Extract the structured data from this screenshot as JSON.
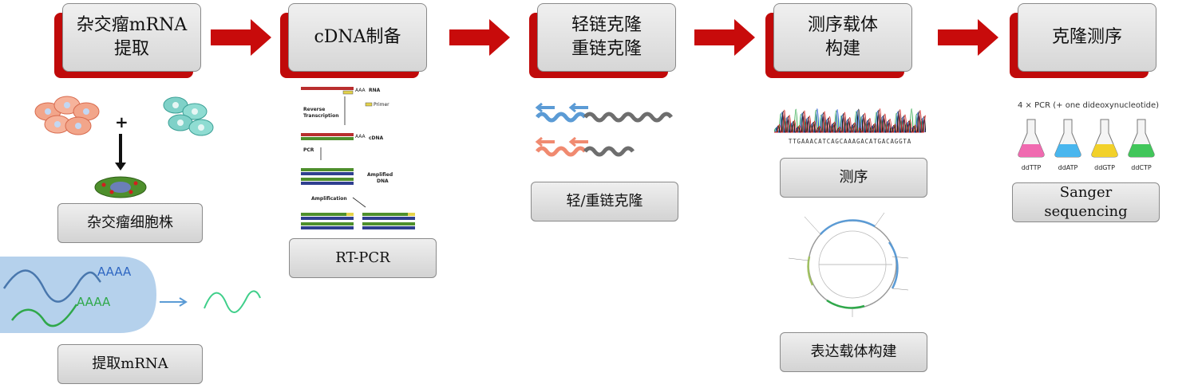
{
  "steps": [
    {
      "title": "杂交瘤mRNA\n提取"
    },
    {
      "title": "cDNA制备"
    },
    {
      "title": "轻链克隆\n重链克隆"
    },
    {
      "title": "测序载体\n构建"
    },
    {
      "title": "克隆测序"
    }
  ],
  "labels": {
    "cell_line": "杂交瘤细胞株",
    "extract_mrna": "提取mRNA",
    "rt_pcr": "RT-PCR",
    "chain_clone": "轻/重链克隆",
    "sequencing": "测序",
    "expression_vector": "表达载体构建",
    "sanger": "Sanger\nsequencing"
  },
  "mrna_figure": {
    "poly_a": "AAAA"
  },
  "rt_pcr_figure": {
    "rna": "RNA",
    "aaa": "AAA",
    "primer": "Primer",
    "reverse_transcription": "Reverse\nTranscription",
    "cdna": "cDNA",
    "pcr": "PCR",
    "amplified": "Amplified\nDNA",
    "amplification": "Amplification"
  },
  "sequencing_figure": {
    "sequence": "TTGAAACATCAGCAAAGACATGACAGGTA"
  },
  "sanger_figure": {
    "title": "4 × PCR (+ one dideoxynucleotide)",
    "flasks": [
      {
        "label": "ddTTP",
        "color": "#f06ab0"
      },
      {
        "label": "ddATP",
        "color": "#49b6ee"
      },
      {
        "label": "ddGTP",
        "color": "#f2d12a"
      },
      {
        "label": "ddCTP",
        "color": "#41c65a"
      }
    ]
  },
  "colors": {
    "step_shadow": "#c00a0a",
    "arrow": "#c80b0b"
  }
}
